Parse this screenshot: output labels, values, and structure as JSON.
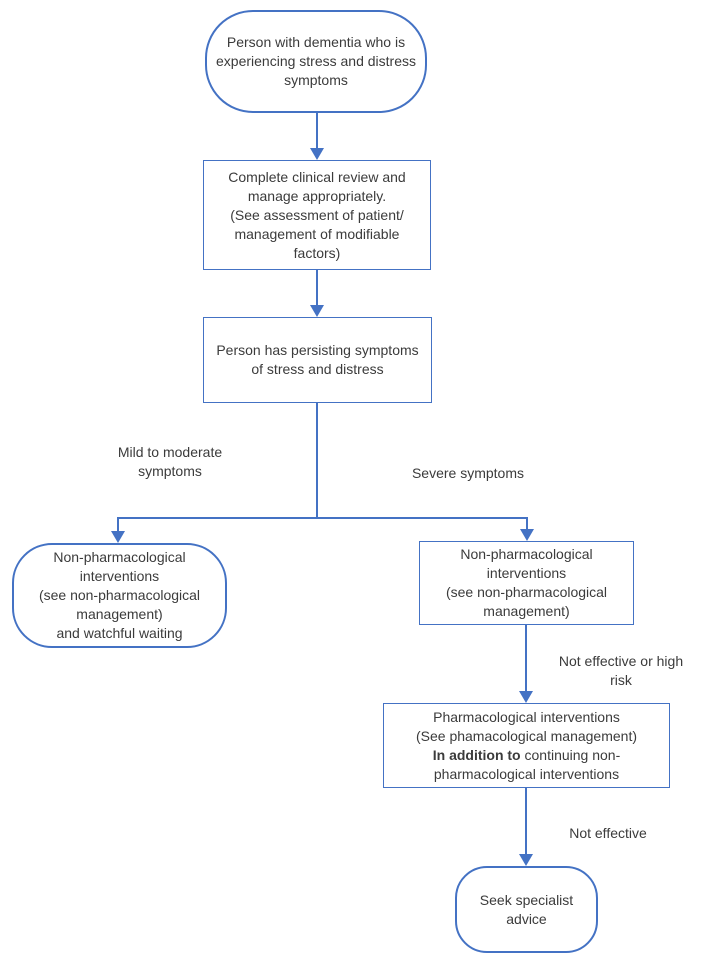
{
  "colors": {
    "accent": "#4472C4",
    "text": "#3B3B3B",
    "background": "#FFFFFF"
  },
  "nodes": {
    "start": {
      "lines": [
        "Person with dementia who is",
        "experiencing stress and distress",
        "symptoms"
      ]
    },
    "clinical_review": {
      "lines": [
        "Complete clinical review and",
        "manage appropriately.",
        "(See assessment of patient/",
        "management of modifiable",
        "factors)"
      ]
    },
    "persisting_symptoms": {
      "lines": [
        "Person has persisting symptoms",
        "of stress and distress"
      ]
    },
    "non_pharma_mild": {
      "lines": [
        "Non-pharmacological",
        "interventions",
        "(see non-pharmacological",
        "management)",
        "and watchful waiting"
      ]
    },
    "non_pharma_severe": {
      "lines": [
        "Non-pharmacological",
        "interventions",
        "(see non-pharmacological",
        "management)"
      ]
    },
    "pharmacological": {
      "line1": "Pharmacological interventions",
      "line2": "(See phamacological management)",
      "line3_bold": "In addition to",
      "line3_rest": " continuing non-",
      "line4": "pharmacological interventions"
    },
    "seek_specialist": {
      "lines": [
        "Seek specialist",
        "advice"
      ]
    }
  },
  "edge_labels": {
    "mild": [
      "Mild to moderate",
      "symptoms"
    ],
    "severe": "Severe symptoms",
    "not_effective_high_risk": [
      "Not effective or high",
      "risk"
    ],
    "not_effective": "Not effective"
  }
}
